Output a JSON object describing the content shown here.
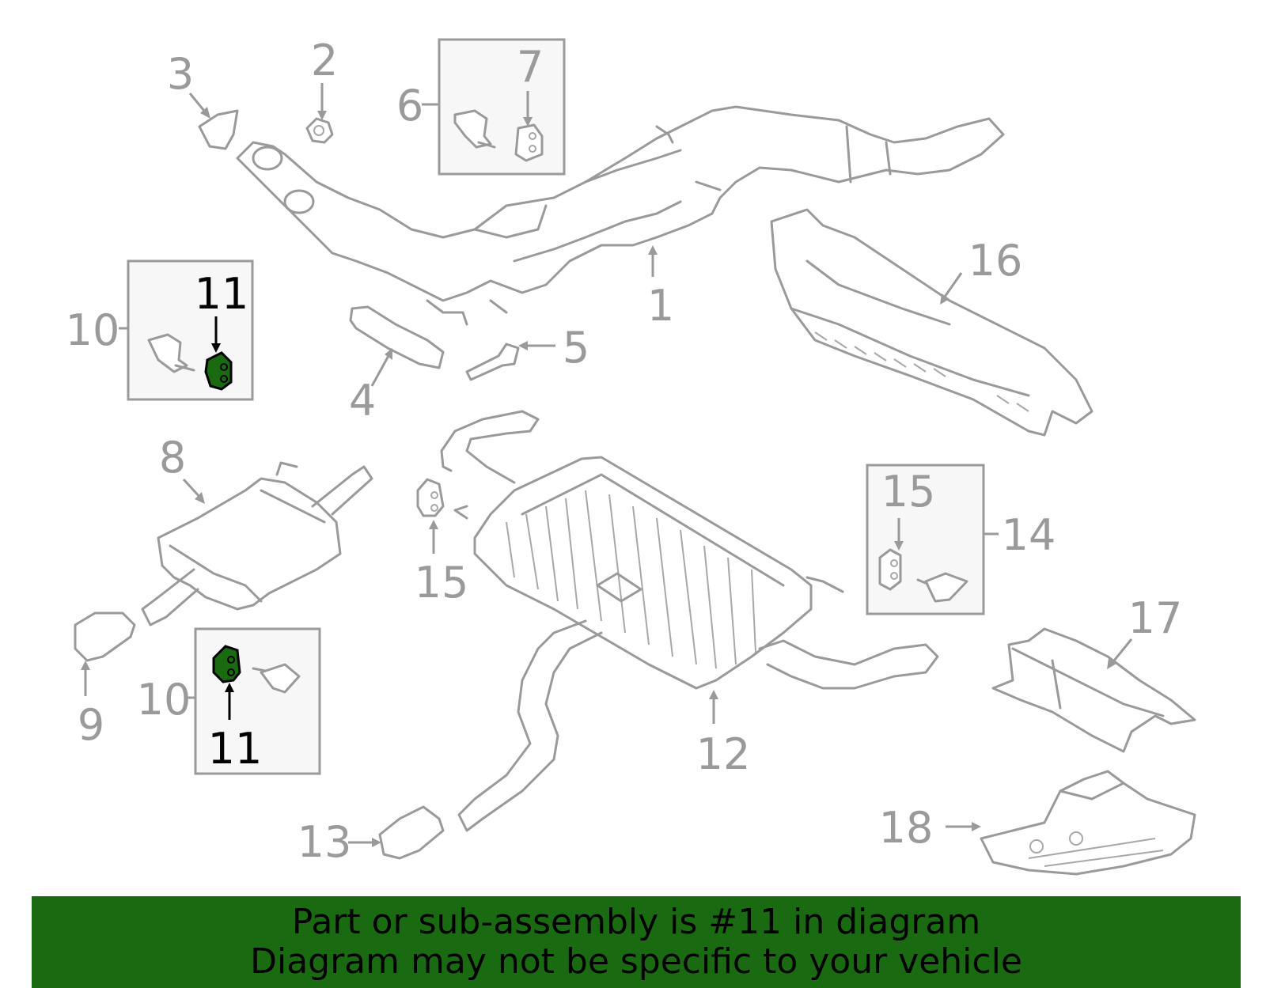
{
  "callouts": {
    "c1": "1",
    "c2": "2",
    "c3": "3",
    "c4": "4",
    "c5": "5",
    "c6": "6",
    "c7": "7",
    "c8": "8",
    "c9": "9",
    "c10a": "10",
    "c10b": "10",
    "c11a": "11",
    "c11b": "11",
    "c12": "12",
    "c13": "13",
    "c14": "14",
    "c15a": "15",
    "c15b": "15",
    "c16": "16",
    "c17": "17",
    "c18": "18"
  },
  "highlight": {
    "part_number": "11",
    "color": "#1a6a12"
  },
  "banner": {
    "line1": "Part or sub-assembly is #11 in diagram",
    "line2": "Diagram may not be specific to your vehicle"
  }
}
